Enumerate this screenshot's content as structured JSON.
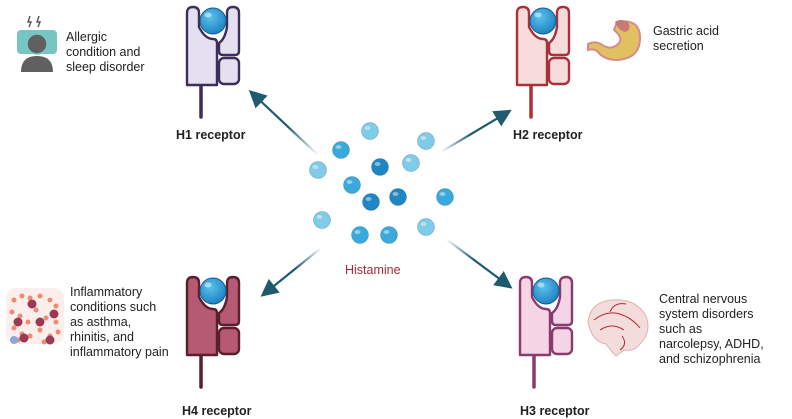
{
  "center": {
    "label": "Histamine",
    "molecule_colors": {
      "light": "#7fcbe8",
      "medium": "#3aa9dc",
      "dark": "#1f86c4"
    }
  },
  "receptors": [
    {
      "id": "h1",
      "label": "H1 receptor",
      "effect": [
        "Allergic",
        "condition and",
        "sleep disorder"
      ],
      "icon": "sleeping-person-icon",
      "fill": "#e4e0f0",
      "stroke": "#3c2d5a"
    },
    {
      "id": "h2",
      "label": "H2 receptor",
      "effect": [
        "Gastric acid",
        "secretion"
      ],
      "icon": "stomach-icon",
      "fill": "#f8dcdc",
      "stroke": "#a8323c"
    },
    {
      "id": "h3",
      "label": "H3 receptor",
      "effect": [
        "Central nervous",
        "system disorders",
        "such as",
        "narcolepsy, ADHD,",
        "and schizophrenia"
      ],
      "icon": "brain-icon",
      "fill": "#f5d4e6",
      "stroke": "#8a3a6e"
    },
    {
      "id": "h4",
      "label": "H4 receptor",
      "effect": [
        "Inflammatory",
        "conditions such",
        "as asthma,",
        "rhinitis, and",
        "inflammatory pain"
      ],
      "icon": "blood-cells-icon",
      "fill": "#b55a72",
      "stroke": "#5a1e2e"
    }
  ],
  "arrow_color": "#1f5a6e",
  "ligand_color": "#2a93cf"
}
